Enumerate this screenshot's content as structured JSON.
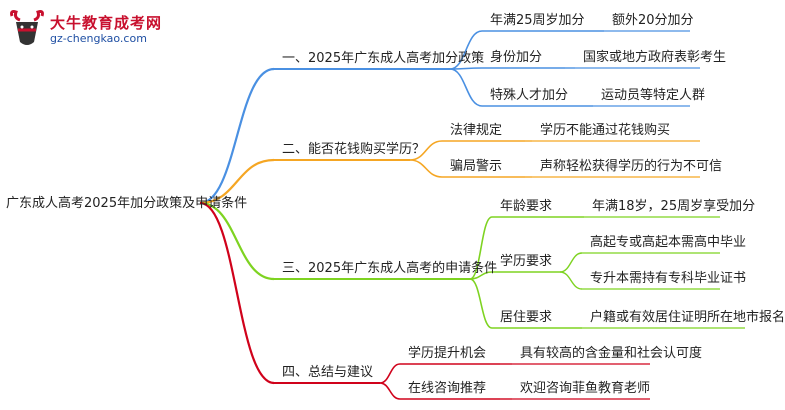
{
  "logo": {
    "title": "大牛教育成考网",
    "url": "gz-chengkao.com"
  },
  "root": "广东成人高考2025年加分政策及申请条件",
  "branches": [
    {
      "label": "一、2025年广东成人高考加分政策",
      "color": "#4a90e2",
      "children": [
        {
          "label": "年满25周岁加分",
          "detail": "额外20分加分"
        },
        {
          "label": "身份加分",
          "detail": "国家或地方政府表彰考生"
        },
        {
          "label": "特殊人才加分",
          "detail": "运动员等特定人群"
        }
      ]
    },
    {
      "label": "二、能否花钱购买学历？",
      "color": "#f5a623",
      "children": [
        {
          "label": "法律规定",
          "detail": "学历不能通过花钱购买"
        },
        {
          "label": "骗局警示",
          "detail": "声称轻松获得学历的行为不可信"
        }
      ]
    },
    {
      "label": "三、2025年广东成人高考的申请条件",
      "color": "#7ed321",
      "children": [
        {
          "label": "年龄要求",
          "details": [
            "年满18岁，25周岁享受加分"
          ]
        },
        {
          "label": "学历要求",
          "details": [
            "高起专或高起本需高中毕业",
            "专升本需持有专科毕业证书"
          ]
        },
        {
          "label": "居住要求",
          "details": [
            "户籍或有效居住证明所在地市报名"
          ]
        }
      ]
    },
    {
      "label": "四、总结与建议",
      "color": "#d0021b",
      "children": [
        {
          "label": "学历提升机会",
          "detail": "具有较高的含金量和社会认可度"
        },
        {
          "label": "在线咨询推荐",
          "detail": "欢迎咨询菲鱼教育老师"
        }
      ]
    }
  ]
}
